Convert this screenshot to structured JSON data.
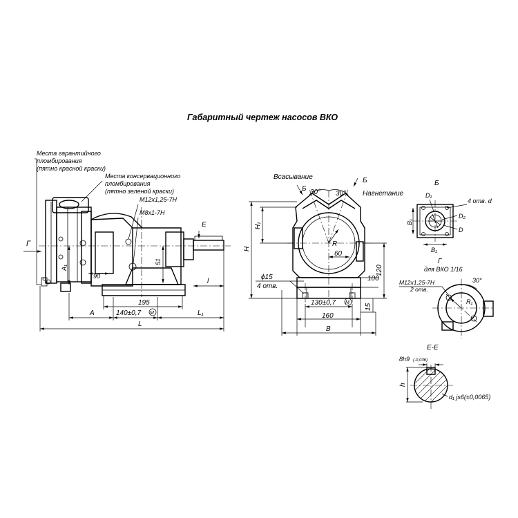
{
  "title": "Габаритный чертеж насосов ВКО",
  "notes": {
    "warranty_seal": [
      "Места гарантийного",
      "пломбирования",
      "(пятно красной краски)"
    ],
    "conservation_seal": [
      "Места консервационного",
      "пломбирования",
      "(пятно зеленой краски)"
    ]
  },
  "side_view": {
    "thread_1": "M12x1,25-7H",
    "thread_2": "M8x1-7H",
    "view_arrow": "Г",
    "section_mark": "E",
    "dim_A1": "A₁",
    "dim_90": "90",
    "dim_51": "51",
    "dim_l": "l",
    "dim_195": "195",
    "dim_A": "A",
    "dim_140": "140±0,7",
    "dim_L1": "L₁",
    "dim_L": "L",
    "tol_symbol": "M"
  },
  "front_view": {
    "suction": "Всасывание",
    "discharge": "Нагнетание",
    "arrow_b": "Б",
    "angle_30_left": "30°",
    "angle_30_right": "30°",
    "dim_H1": "H₁",
    "dim_H": "H",
    "dim_R": "R",
    "dim_60": "60",
    "dim_phi15": "ϕ15",
    "holes_4": "4 отв.",
    "dim_100": "100",
    "dim_120": "120",
    "dim_15": "15",
    "dim_130": "130±0,7",
    "dim_160": "160",
    "dim_B": "B",
    "tol_symbol": "M"
  },
  "view_b": {
    "title": "Б",
    "D1": "D₁",
    "D2": "D₂",
    "D": "D",
    "B1_vertical": "B₁",
    "B1_horizontal": "B₁",
    "holes": "4 отв. d"
  },
  "view_g": {
    "title": "Г",
    "subtitle": "для ВКО 1/16",
    "thread": "M12x1,25-7H",
    "holes": "2 отв.",
    "angle": "30°",
    "radius": "R₁"
  },
  "section_ee": {
    "title": "Е-Е",
    "key_width": "8h9",
    "key_tol": "(-0,036)",
    "dim_h": "h",
    "shaft": "d₁ js6(±0,0065)"
  }
}
